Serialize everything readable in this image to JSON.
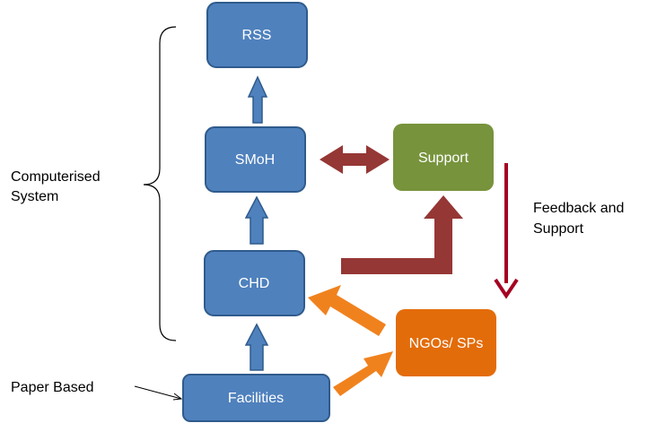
{
  "nodes": {
    "rss": "RSS",
    "smoh": "SMoH",
    "chd": "CHD",
    "facilities": "Facilities",
    "support": "Support",
    "ngos": "NGOs/ SPs"
  },
  "labels": {
    "computerised_line1": "Computerised",
    "computerised_line2": "System",
    "feedback_line1": "Feedback and",
    "feedback_line2": "Support",
    "paper_based": "Paper Based"
  },
  "colors": {
    "blue_fill": "#4f81bd",
    "blue_stroke": "#2f5b8c",
    "green_fill": "#77933c",
    "orange_fill": "#e36c0a",
    "darkred_fill": "#953735",
    "darkred_line": "#a50021",
    "orange_arrow": "#f0821e"
  }
}
